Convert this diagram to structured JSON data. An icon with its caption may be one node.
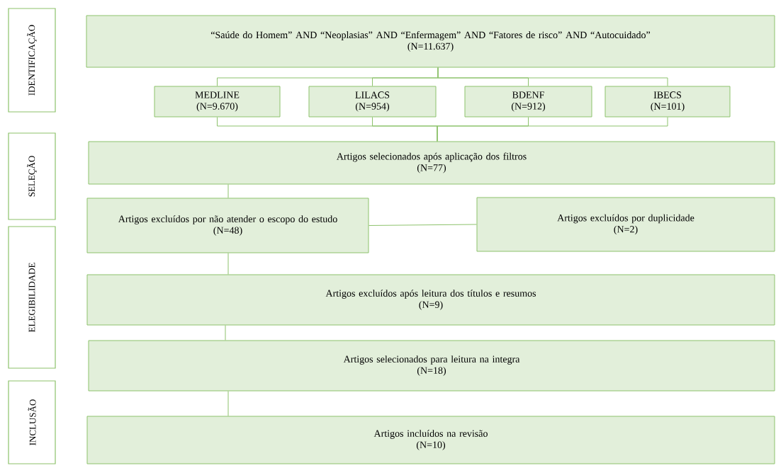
{
  "diagram": {
    "nodes": [
      {
        "text": [
          "IDENTIFICAÇÃO"
        ]
      },
      {
        "text": [
          "SELEÇÃO"
        ]
      },
      {
        "text": [
          "ELEGIBILIDADE"
        ]
      },
      {
        "text": [
          "INCLUSÃO"
        ]
      },
      {
        "text": [
          "“Saúde do Homem” AND “Neoplasias” AND “Enfermagem” AND “Fatores de risco” AND “Autocuidado”",
          "(N=11.637)"
        ]
      },
      {
        "text": [
          "MEDLINE",
          "(N=9.670)"
        ]
      },
      {
        "text": [
          "LILACS",
          "(N=954)"
        ]
      },
      {
        "text": [
          "BDENF",
          "(N=912)"
        ]
      },
      {
        "text": [
          "IBECS",
          "(N=101)"
        ]
      },
      {
        "text": [
          "Artigos selecionados após aplicação dos filtros",
          "(N=77)"
        ]
      },
      {
        "text": [
          "Artigos excluídos por não atender o escopo do estudo",
          "(N=48)"
        ]
      },
      {
        "text": [
          "Artigos excluídos por duplicidade",
          "(N=2)"
        ]
      },
      {
        "text": [
          "Artigos excluídos após leitura dos títulos e resumos",
          "(N=9)"
        ]
      },
      {
        "text": [
          "Artigos selecionados para leitura na integra",
          "(N=18)"
        ]
      },
      {
        "text": [
          "Artigos incluídos na revisão",
          "(N=10)"
        ]
      }
    ],
    "edges": [
      {
        "from": 4,
        "to": 5,
        "arrow": "none"
      },
      {
        "from": 4,
        "to": 6,
        "arrow": "none"
      },
      {
        "from": 4,
        "to": 7,
        "arrow": "none"
      },
      {
        "from": 4,
        "to": 8,
        "arrow": "none"
      },
      {
        "from": 5,
        "to": 9,
        "arrow": "none"
      },
      {
        "from": 6,
        "to": 9,
        "arrow": "none"
      },
      {
        "from": 7,
        "to": 9,
        "arrow": "none"
      },
      {
        "from": 8,
        "to": 9,
        "arrow": "none"
      },
      {
        "from": 9,
        "to": 10,
        "arrow": "none"
      },
      {
        "from": 10,
        "to": 11,
        "arrow": "none"
      },
      {
        "from": 10,
        "to": 12,
        "arrow": "none"
      },
      {
        "from": 12,
        "to": 13,
        "arrow": "none"
      },
      {
        "from": 13,
        "to": 14,
        "arrow": "none"
      }
    ]
  }
}
